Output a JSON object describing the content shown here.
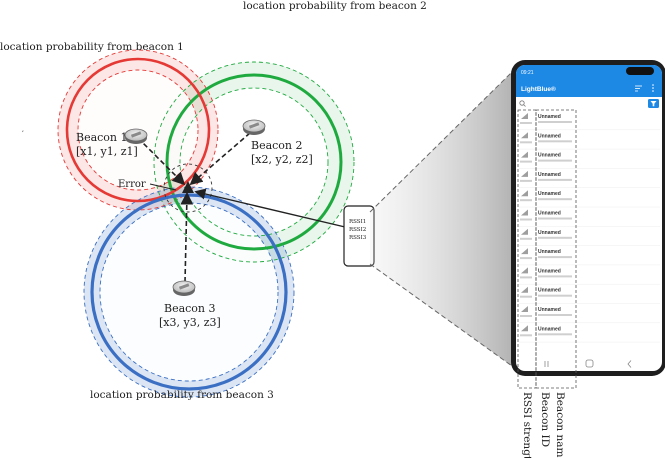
{
  "labels": {
    "prob_beacon1": "location probability from beacon 1",
    "prob_beacon2": "location probability from beacon 2",
    "prob_beacon3": "location probability from beacon 3",
    "error": "Error"
  },
  "beacons": [
    {
      "name": "Beacon 1",
      "coords": "[x1, y1, z1]"
    },
    {
      "name": "Beacon 2",
      "coords": "[x2, y2, z2]"
    },
    {
      "name": "Beacon 3",
      "coords": "[x3, y3, z3]"
    }
  ],
  "device_rssi": [
    "RSSI1",
    "RSSI2",
    "RSSI3"
  ],
  "phone": {
    "status_time": "09:21",
    "app_title": "LightBlue®",
    "device_name": "Unnamed",
    "list_rows": 12
  },
  "phone_annotations": {
    "rssi_strength": "RSSI strength",
    "beacon_id": "Beacon ID",
    "beacon_name": "Beacon name"
  },
  "colors": {
    "beacon1": "#e53935",
    "beacon2": "#1faa3f",
    "beacon3": "#3a6fc4",
    "phone_header": "#1e88e5"
  }
}
